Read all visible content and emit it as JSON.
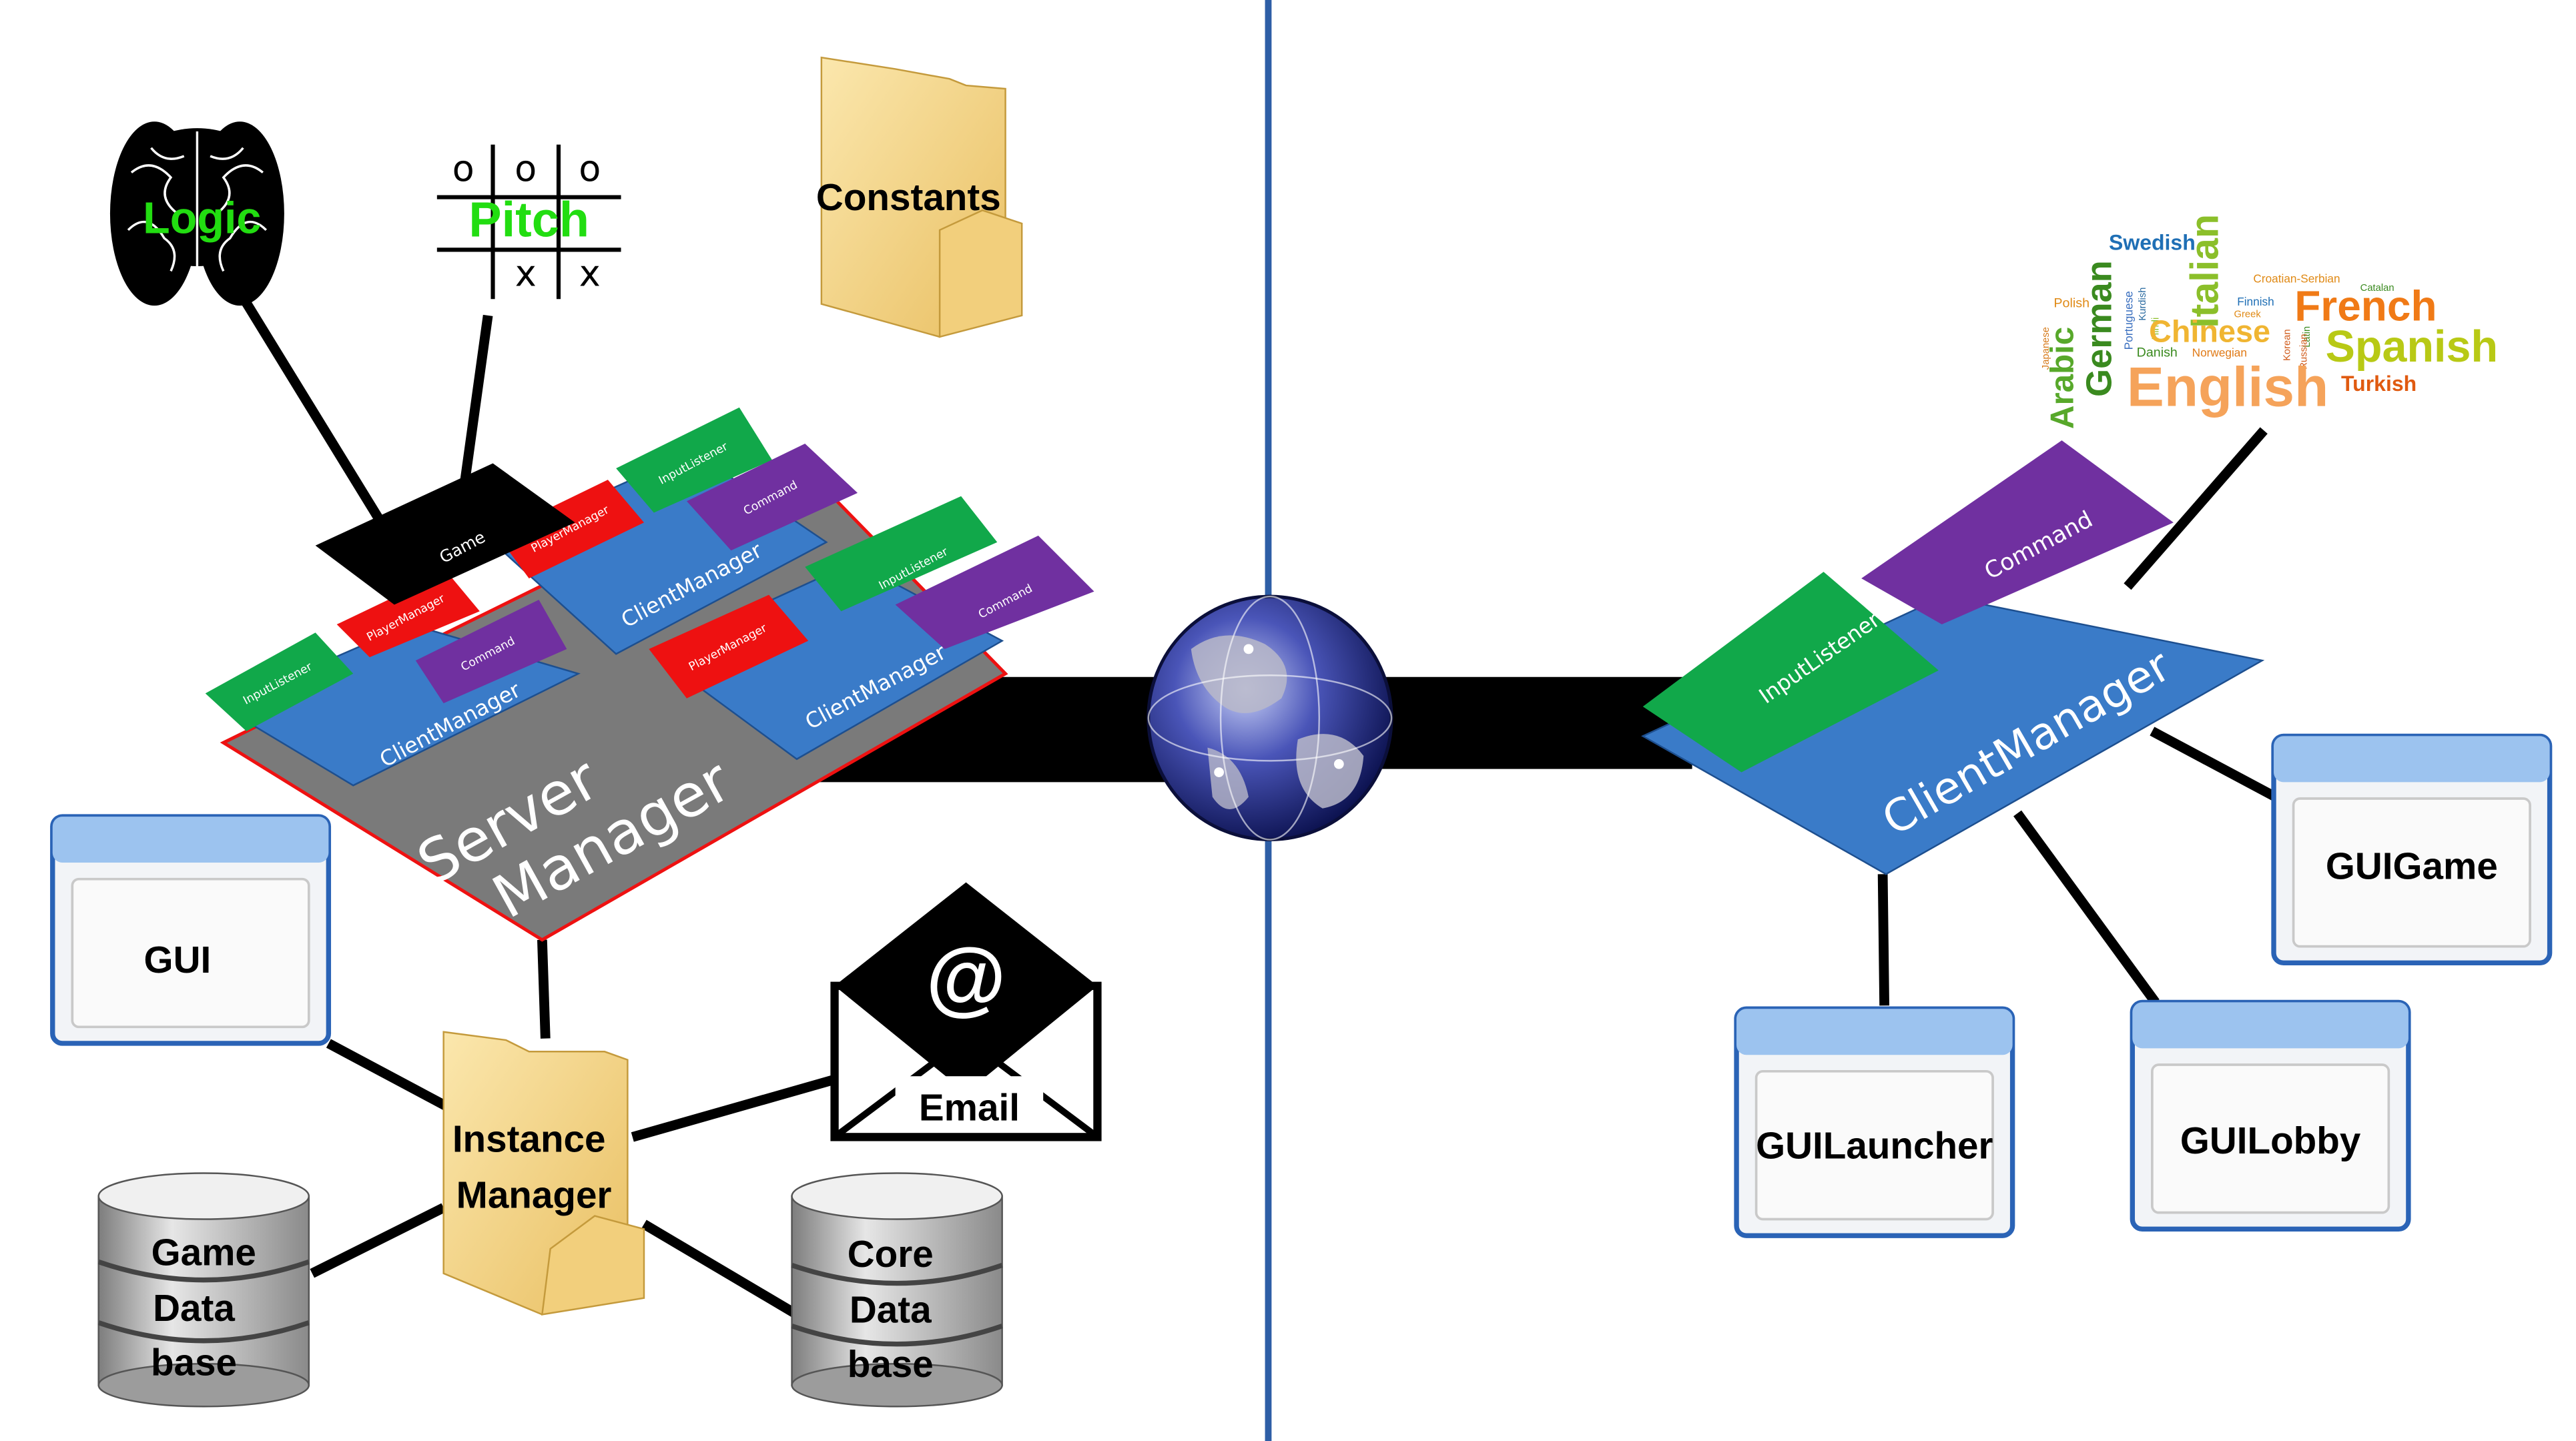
{
  "colors": {
    "blue": "#3a7bc8",
    "green": "#11a84a",
    "red": "#ee1111",
    "purple": "#7030a0",
    "black": "#000000",
    "server_gray": "#7a7a7a",
    "divider": "#2e5ea6",
    "folder": "#f5d58a",
    "pitch_text": "#22dd11",
    "window_title": "#9cc3ef",
    "window_border": "#2a63b6"
  },
  "icons": {
    "logic": "brain-icon",
    "pitch": "tic-tac-toe-icon",
    "constants": "folder-icon",
    "instance": "folder-icon",
    "email": "envelope-icon",
    "globe": "globe-icon",
    "database": "database-icon",
    "window": "window-icon",
    "wordcloud": "language-word-cloud"
  },
  "server_side": {
    "logic_label": "Logic",
    "pitch_label": "Pitch",
    "pitch_marks": [
      "o",
      "o",
      "o",
      "",
      "",
      "",
      "",
      "x",
      "x"
    ],
    "constants_label": "Constants",
    "server_manager_line1": "Server",
    "server_manager_line2": "Manager",
    "game_label": "Game",
    "client_manager_label": "ClientManager",
    "player_manager_label": "PlayerManager",
    "input_listener_label": "InputListener",
    "command_label": "Command",
    "gui_label": "GUI",
    "instance_manager_line1": "Instance",
    "instance_manager_line2": "Manager",
    "email_label": "Email",
    "email_symbol": "@",
    "game_db_lines": [
      "Game",
      "Data",
      "base"
    ],
    "core_db_lines": [
      "Core",
      "Data",
      "base"
    ]
  },
  "client_side": {
    "client_manager_label": "ClientManager",
    "input_listener_label": "InputListener",
    "command_label": "Command",
    "gui_game_label": "GUIGame",
    "gui_launcher_label": "GUILauncher",
    "gui_lobby_label": "GUILobby",
    "languages": [
      {
        "text": "Swedish",
        "color": "#1f6fb5"
      },
      {
        "text": "Italian",
        "color": "#8bbf2a"
      },
      {
        "text": "German",
        "color": "#3a8a1f"
      },
      {
        "text": "Arabic",
        "color": "#57a82a"
      },
      {
        "text": "Polish",
        "color": "#e08a16"
      },
      {
        "text": "Japanese",
        "color": "#d67a1a"
      },
      {
        "text": "Portuguese",
        "color": "#3a6fbf"
      },
      {
        "text": "Kurdish",
        "color": "#2a6aa0"
      },
      {
        "text": "Hindi",
        "color": "#8bbf2a"
      },
      {
        "text": "Chinese",
        "color": "#f0b532"
      },
      {
        "text": "Danish",
        "color": "#3a8a1f"
      },
      {
        "text": "Norwegian",
        "color": "#e07a16"
      },
      {
        "text": "Korean",
        "color": "#d05a1a"
      },
      {
        "text": "Latin",
        "color": "#3a8a1f"
      },
      {
        "text": "Russian",
        "color": "#d05a1a"
      },
      {
        "text": "Finnish",
        "color": "#1f6fb5"
      },
      {
        "text": "Greek",
        "color": "#e08a16"
      },
      {
        "text": "Croatian-Serbian",
        "color": "#e08a16"
      },
      {
        "text": "Catalan",
        "color": "#3a8a1f"
      },
      {
        "text": "French",
        "color": "#f07a16"
      },
      {
        "text": "Spanish",
        "color": "#b8c915"
      },
      {
        "text": "English",
        "color": "#f5a35a"
      },
      {
        "text": "Turkish",
        "color": "#e05a10"
      }
    ]
  }
}
